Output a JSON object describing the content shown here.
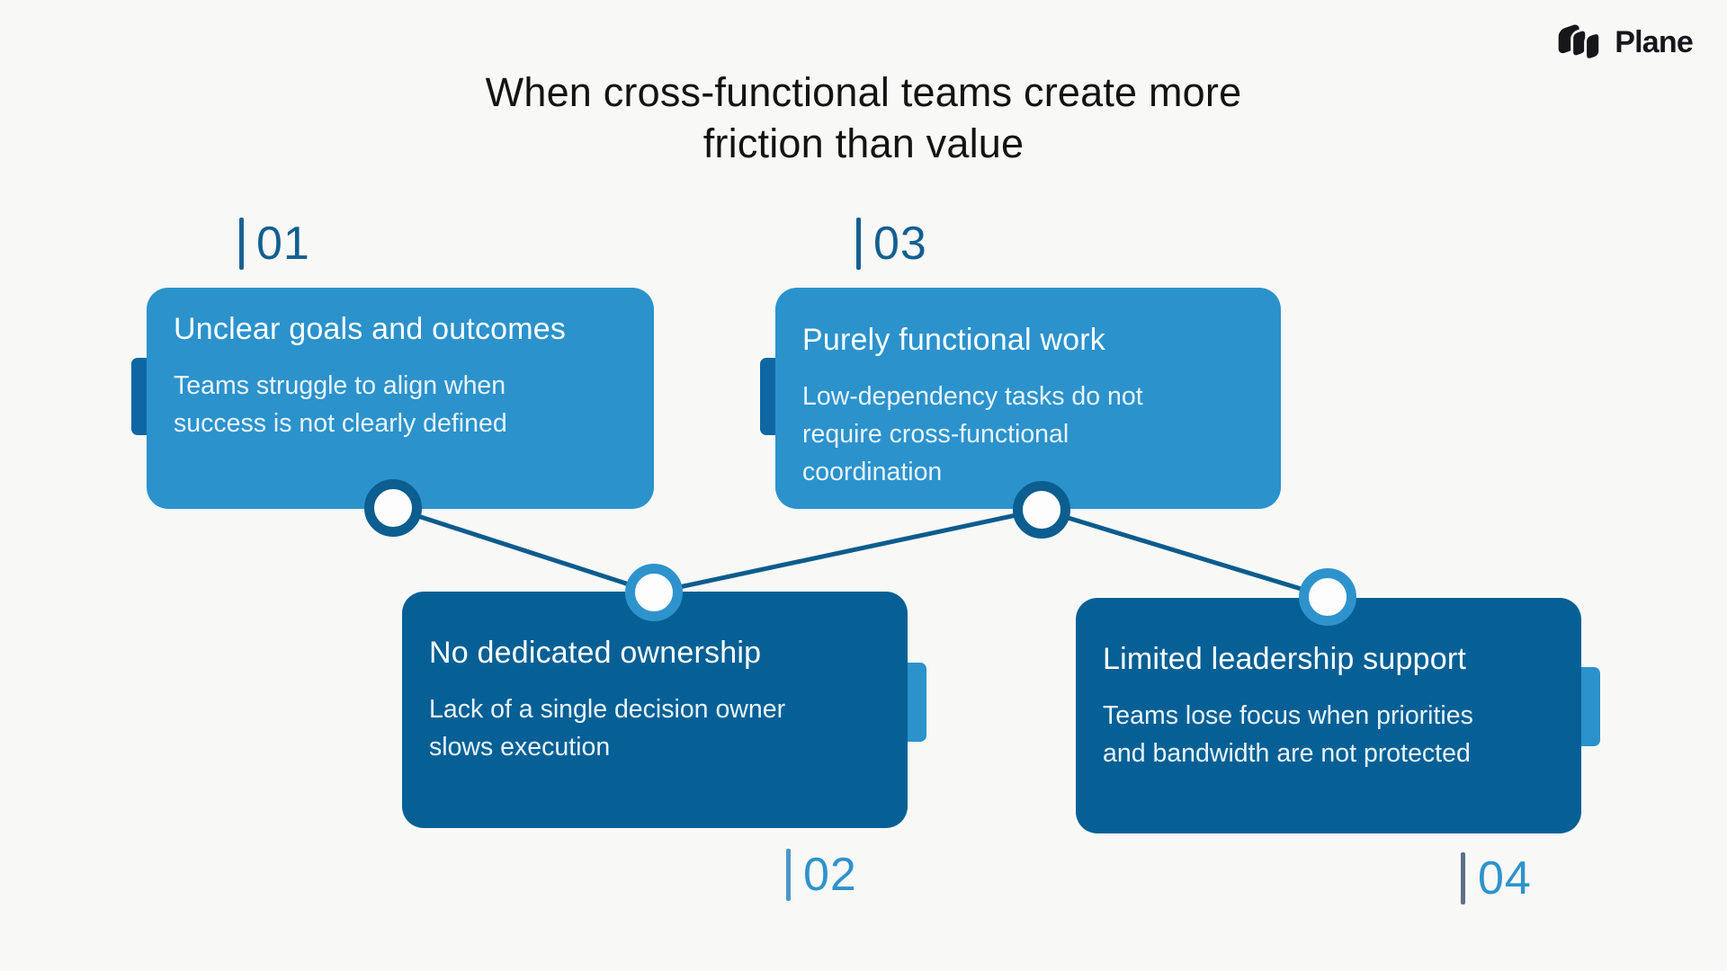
{
  "title": {
    "line1": "When cross-functional teams create more",
    "line2": "friction than value"
  },
  "brand": {
    "name": "Plane"
  },
  "cards": [
    {
      "number": "01",
      "heading": "Unclear goals and outcomes",
      "body_lines": [
        "Teams struggle to align when",
        "success is not clearly defined"
      ]
    },
    {
      "number": "02",
      "heading": "No dedicated ownership",
      "body_lines": [
        "Lack of a single decision owner",
        "slows execution"
      ]
    },
    {
      "number": "03",
      "heading": "Purely functional work",
      "body_lines": [
        "Low-dependency tasks do not",
        "require cross-functional",
        "coordination"
      ]
    },
    {
      "number": "04",
      "heading": "Limited leadership support",
      "body_lines": [
        "Teams lose focus when priorities",
        "and bandwidth are not protected"
      ]
    }
  ],
  "colors": {
    "background": "#F8F8F7",
    "card_light_blue": "#2B92CC",
    "card_dark_blue": "#066095",
    "tab_mid_blue": "#0E67A3",
    "connector_line": "#0B5C8D",
    "node_ring_dark": "#0C5D90",
    "node_ring_light": "#2E93CC",
    "number_dark": "#135F90",
    "number_light": "#2E93CC",
    "title_text": "#131313",
    "card_text": "#FFFFFF"
  }
}
